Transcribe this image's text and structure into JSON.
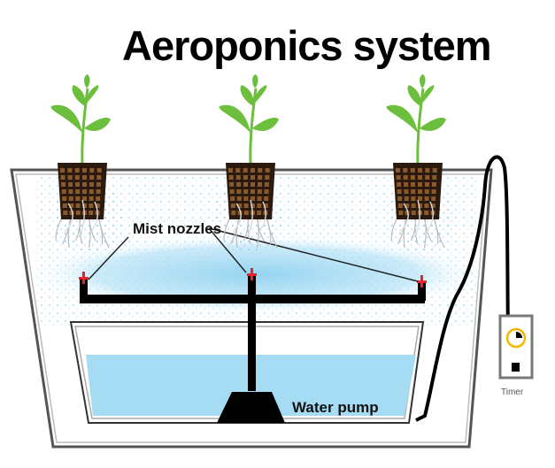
{
  "title": "Aeroponics system",
  "labels": {
    "mist_nozzles": "Mist nozzles",
    "water_pump": "Water pump",
    "timer": "Timer"
  },
  "plants": [
    {
      "name": "plant-left"
    },
    {
      "name": "plant-center"
    },
    {
      "name": "plant-right"
    }
  ],
  "colors": {
    "leaf": "#6cbf3c",
    "mist": "#a6dcf3",
    "water": "#a6dcf3",
    "nozzle": "#e8232a",
    "pipe": "#000000",
    "timer_clock": "#f5b800",
    "pot": "#2a1a10",
    "soil": "#8a5a2a"
  }
}
